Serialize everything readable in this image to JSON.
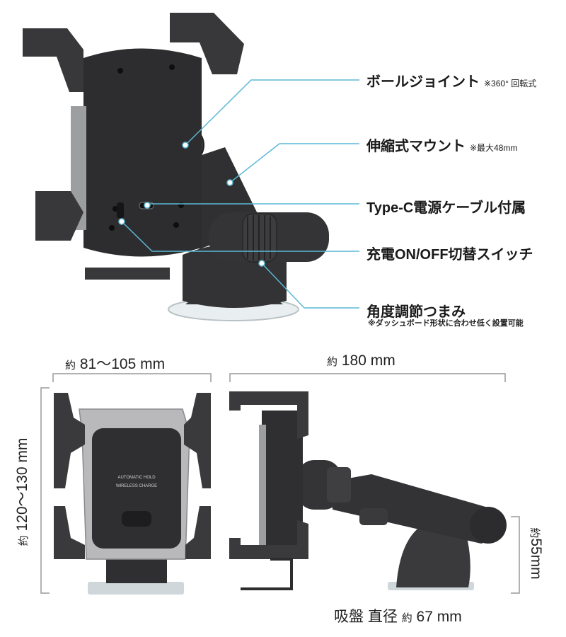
{
  "features": [
    {
      "label": "ボールジョイント",
      "note": "※360° 回転式"
    },
    {
      "label": "伸縮式マウント",
      "note": "※最大48mm"
    },
    {
      "label": "Type-C電源ケーブル付属",
      "note": ""
    },
    {
      "label": "充電ON/OFF切替スイッチ",
      "note": ""
    },
    {
      "label": "角度調節つまみ",
      "note": ""
    }
  ],
  "angle_subnote": "※ダッシュボード形状に合わせ低く設置可能",
  "dimensions": {
    "width_prefix": "約",
    "width_value": "81〜105 mm",
    "length_prefix": "約",
    "length_value": "180 mm",
    "height_prefix": "約",
    "height_value": "120〜130 mm",
    "side_height_prefix": "約",
    "side_height_value": "55mm",
    "suction_label": "吸盤 直径",
    "suction_prefix": "約",
    "suction_value": "67 mm"
  },
  "front_text": {
    "line1": "AUTOMATIC HOLD",
    "line2": "WIRELESS CHARGE"
  },
  "colors": {
    "callout": "#5bb8d6",
    "body": "#2f2f31",
    "silver": "#b9b9bb",
    "dim_line": "#9a9a9a"
  }
}
